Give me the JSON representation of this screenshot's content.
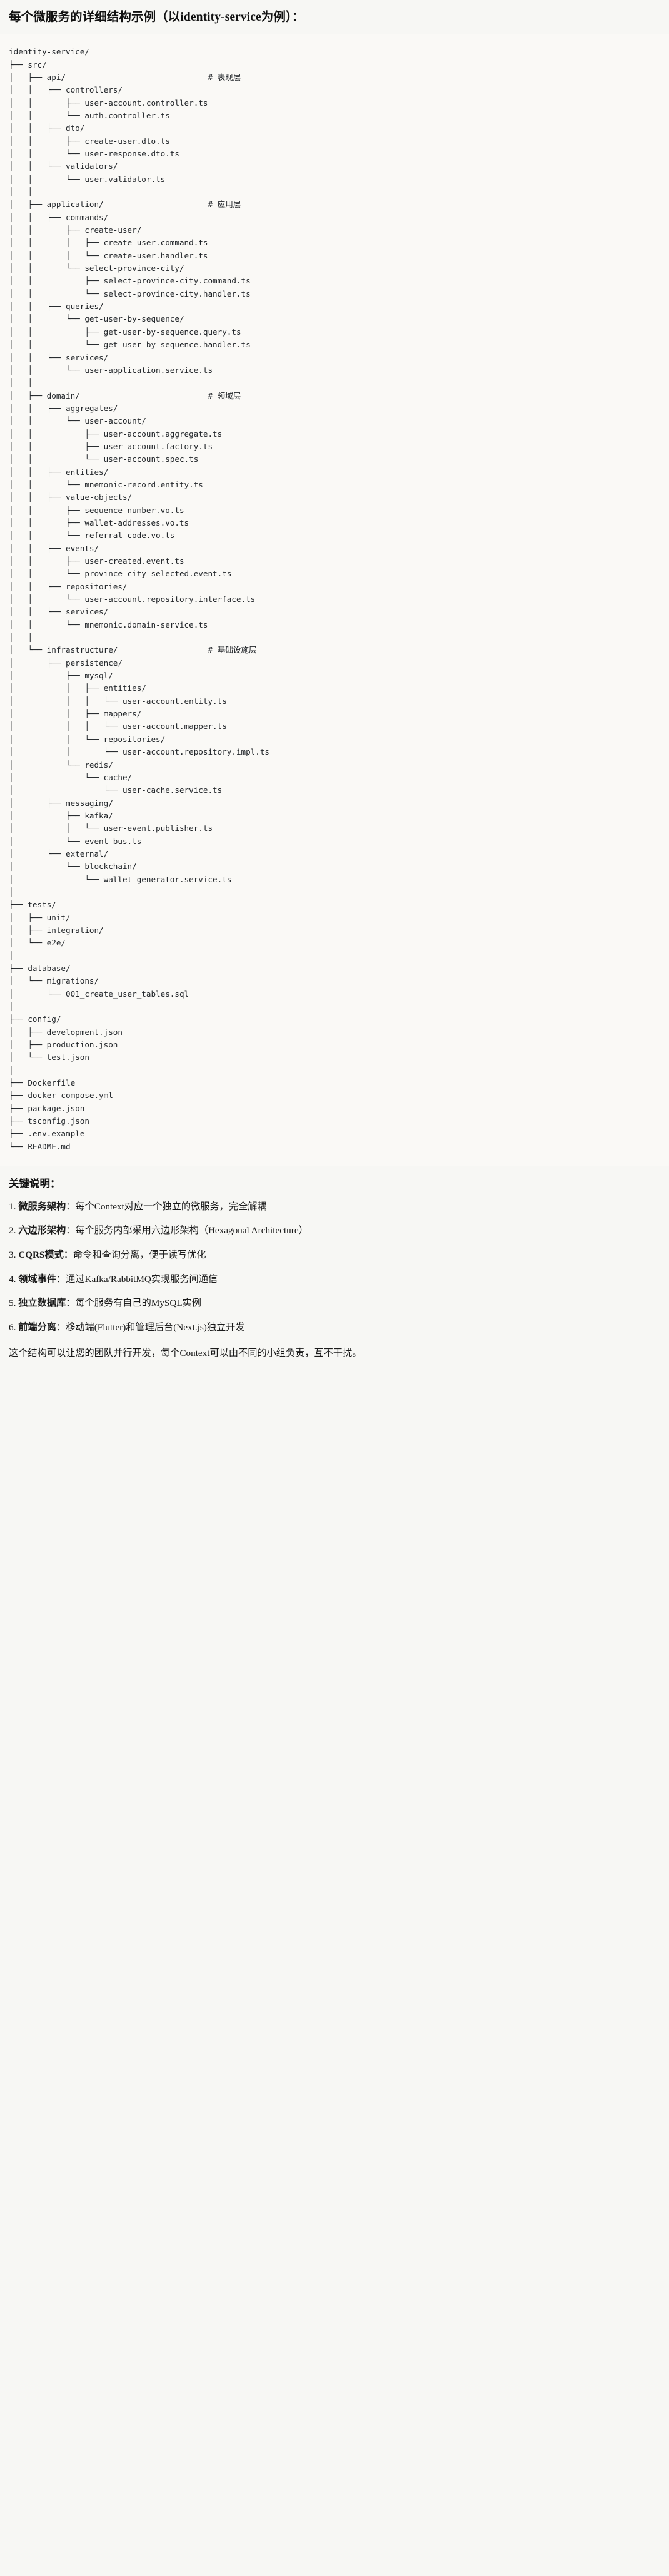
{
  "document": {
    "title": "每个微服务的详细结构示例（以identity-service为例）：",
    "tree_root": "identity-service/",
    "tree_lines": [
      "identity-service/",
      "├── src/",
      "│   ├── api/                              # 表现层",
      "│   │   ├── controllers/",
      "│   │   │   ├── user-account.controller.ts",
      "│   │   │   └── auth.controller.ts",
      "│   │   ├── dto/",
      "│   │   │   ├── create-user.dto.ts",
      "│   │   │   └── user-response.dto.ts",
      "│   │   └── validators/",
      "│   │       └── user.validator.ts",
      "│   │",
      "│   ├── application/                      # 应用层",
      "│   │   ├── commands/",
      "│   │   │   ├── create-user/",
      "│   │   │   │   ├── create-user.command.ts",
      "│   │   │   │   └── create-user.handler.ts",
      "│   │   │   └── select-province-city/",
      "│   │   │       ├── select-province-city.command.ts",
      "│   │   │       └── select-province-city.handler.ts",
      "│   │   ├── queries/",
      "│   │   │   └── get-user-by-sequence/",
      "│   │   │       ├── get-user-by-sequence.query.ts",
      "│   │   │       └── get-user-by-sequence.handler.ts",
      "│   │   └── services/",
      "│   │       └── user-application.service.ts",
      "│   │",
      "│   ├── domain/                           # 领域层",
      "│   │   ├── aggregates/",
      "│   │   │   └── user-account/",
      "│   │   │       ├── user-account.aggregate.ts",
      "│   │   │       ├── user-account.factory.ts",
      "│   │   │       └── user-account.spec.ts",
      "│   │   ├── entities/",
      "│   │   │   └── mnemonic-record.entity.ts",
      "│   │   ├── value-objects/",
      "│   │   │   ├── sequence-number.vo.ts",
      "│   │   │   ├── wallet-addresses.vo.ts",
      "│   │   │   └── referral-code.vo.ts",
      "│   │   ├── events/",
      "│   │   │   ├── user-created.event.ts",
      "│   │   │   └── province-city-selected.event.ts",
      "│   │   ├── repositories/",
      "│   │   │   └── user-account.repository.interface.ts",
      "│   │   └── services/",
      "│   │       └── mnemonic.domain-service.ts",
      "│   │",
      "│   └── infrastructure/                   # 基础设施层",
      "│       ├── persistence/",
      "│       │   ├── mysql/",
      "│       │   │   ├── entities/",
      "│       │   │   │   └── user-account.entity.ts",
      "│       │   │   ├── mappers/",
      "│       │   │   │   └── user-account.mapper.ts",
      "│       │   │   └── repositories/",
      "│       │   │       └── user-account.repository.impl.ts",
      "│       │   └── redis/",
      "│       │       └── cache/",
      "│       │           └── user-cache.service.ts",
      "│       ├── messaging/",
      "│       │   ├── kafka/",
      "│       │   │   └── user-event.publisher.ts",
      "│       │   └── event-bus.ts",
      "│       └── external/",
      "│           └── blockchain/",
      "│               └── wallet-generator.service.ts",
      "│",
      "├── tests/",
      "│   ├── unit/",
      "│   ├── integration/",
      "│   └── e2e/",
      "│",
      "├── database/",
      "│   └── migrations/",
      "│       └── 001_create_user_tables.sql",
      "│",
      "├── config/",
      "│   ├── development.json",
      "│   ├── production.json",
      "│   └── test.json",
      "│",
      "├── Dockerfile",
      "├── docker-compose.yml",
      "├── package.json",
      "├── tsconfig.json",
      "├── .env.example",
      "└── README.md"
    ],
    "layer_comments": [
      "# 表现层",
      "# 应用层",
      "# 领域层",
      "# 基础设施层"
    ],
    "notes_heading": "关键说明：",
    "notes": [
      {
        "num": "1.",
        "term": "微服务架构",
        "sep": "：",
        "desc": "每个Context对应一个独立的微服务，完全解耦"
      },
      {
        "num": "2.",
        "term": "六边形架构",
        "sep": "：",
        "desc": "每个服务内部采用六边形架构（Hexagonal Architecture）"
      },
      {
        "num": "3.",
        "term": "CQRS模式",
        "sep": "：",
        "desc": "命令和查询分离，便于读写优化"
      },
      {
        "num": "4.",
        "term": "领域事件",
        "sep": "：",
        "desc": "通过Kafka/RabbitMQ实现服务间通信"
      },
      {
        "num": "5.",
        "term": "独立数据库",
        "sep": "：",
        "desc": "每个服务有自己的MySQL实例"
      },
      {
        "num": "6.",
        "term": "前端分离",
        "sep": "：",
        "desc": "移动端(Flutter)和管理后台(Next.js)独立开发"
      }
    ],
    "closing": "这个结构可以让您的团队并行开发，每个Context可以由不同的小组负责，互不干扰。",
    "colors": {
      "page_background": "#f7f7f4",
      "code_background": "#faf9f6",
      "text": "#1a1a1a",
      "code_text": "#23272b",
      "divider": "#e2e1dc"
    }
  }
}
